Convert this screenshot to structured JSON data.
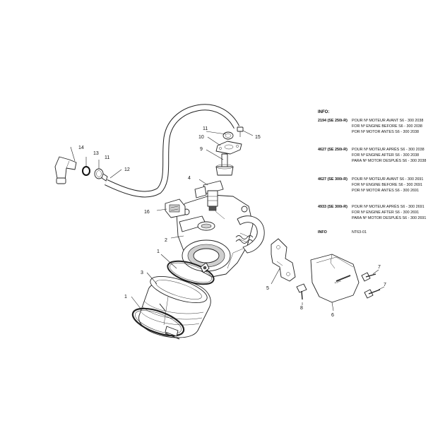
{
  "callouts": {
    "c1a": "1",
    "c1b": "1",
    "c2": "2",
    "c3": "3",
    "c4": "4",
    "c5": "5",
    "c6": "6",
    "c7a": "7",
    "c7b": "7",
    "c8": "8",
    "c9": "9",
    "c10": "10",
    "c11a": "11",
    "c11b": "11",
    "c12": "12",
    "c13": "13",
    "c14": "14",
    "c15": "15",
    "c16": "16"
  },
  "info": {
    "title": "INFO:",
    "blocks": [
      {
        "code": "2194 (SE 250i-R)",
        "lines": [
          "POUR Nº MOTEUR AVANT S6 - 300 2038",
          "FOR Nº ENGINE BEFORE S6 - 300 2038",
          "POR Nº MOTOR ANTES S6 - 300 2038"
        ]
      },
      {
        "code": "4627 (SE 250i-R)",
        "lines": [
          "POUR Nº MOTEUR APRÈS S6 - 300 2038",
          "FOR Nº ENGINE AFTER S6 - 300 2038",
          "PARA Nº MOTOR DESPUÉS S6 - 300 2038"
        ]
      },
      {
        "code": "4627 (SE 300i-R)",
        "lines": [
          "POUR Nº MOTEUR AVANT S6 - 300 2691",
          "FOR Nº ENGINE BEFORE S6 - 300 2691",
          "POR Nº MOTOR ANTES S6 - 300 2691"
        ]
      },
      {
        "code": "4933 (SE 300i-R)",
        "lines": [
          "POUR Nº MOTEUR APRÈS S6 - 300 2691",
          "FOR Nº ENGINE AFTER S6 - 300 2691",
          "PARA Nº MOTOR DESPUÉS S6 - 300 2691"
        ]
      }
    ],
    "footer_label": "INFO",
    "footer_value": "NT63-01"
  }
}
